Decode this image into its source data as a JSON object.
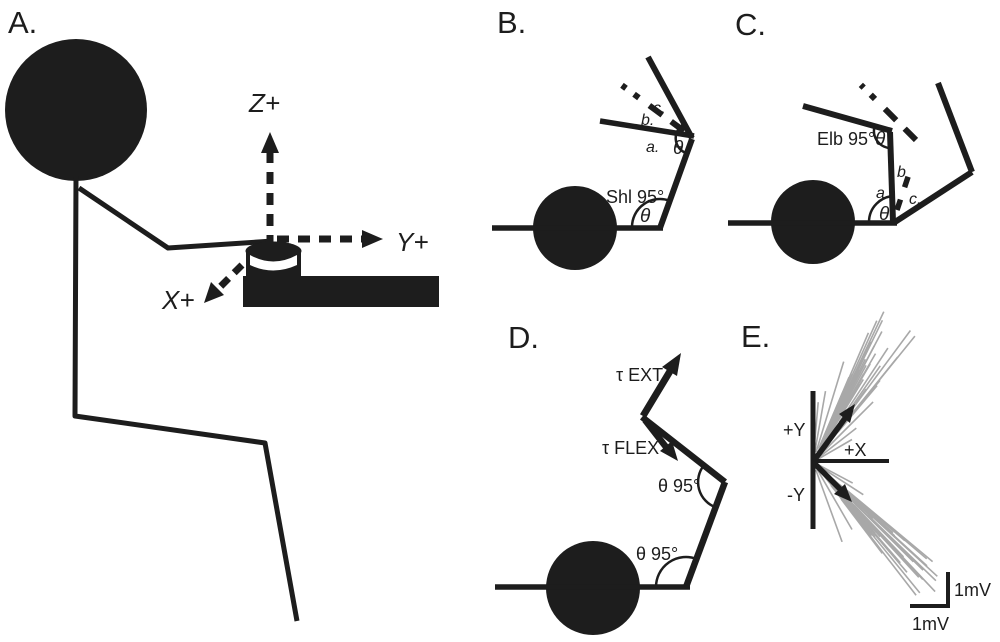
{
  "colors": {
    "ink": "#1d1d1d",
    "trace": "#a8a8a8",
    "background": "#ffffff"
  },
  "panels": {
    "A": {
      "label": "A.",
      "axis_z": "Z+",
      "axis_y": "Y+",
      "axis_x": "X+"
    },
    "B": {
      "label": "B.",
      "angle_label": "Shl 95°",
      "theta_shoulder": "θ",
      "theta_elbow": "θ",
      "pos_a": "a.",
      "pos_b": "b.",
      "pos_c": "c."
    },
    "C": {
      "label": "C.",
      "angle_label": "Elb 95°",
      "theta_shoulder": "θ",
      "theta_elbow": "θ",
      "pos_a": "a.",
      "pos_b": "b",
      "pos_c": "c."
    },
    "D": {
      "label": "D.",
      "torque_extension": "τ EXT",
      "torque_flexion": "τ FLEX",
      "elbow_angle": "θ 95°",
      "shoulder_angle": "θ 95°"
    },
    "E": {
      "label": "E.",
      "plus_y": "+Y",
      "plus_x": "+X",
      "minus_y": "-Y",
      "scale_vertical": "1mV",
      "scale_horizontal": "1mV",
      "traces": {
        "origin": [
          813,
          462
        ],
        "seed": 7,
        "upper": {
          "count": 32,
          "angle_min": 50,
          "angle_max": 67,
          "len_min": 70,
          "len_max": 175,
          "extra": [
            [
              73,
              105
            ],
            [
              80,
              72
            ],
            [
              85,
              60
            ],
            [
              45,
              85
            ],
            [
              38,
              55
            ],
            [
              30,
              45
            ]
          ]
        },
        "lower": {
          "count": 32,
          "angle_min": -53,
          "angle_max": -39,
          "len_min": 70,
          "len_max": 180,
          "extra": [
            [
              -60,
              78
            ],
            [
              -70,
              85
            ],
            [
              -33,
              60
            ],
            [
              -28,
              45
            ]
          ]
        }
      }
    }
  }
}
